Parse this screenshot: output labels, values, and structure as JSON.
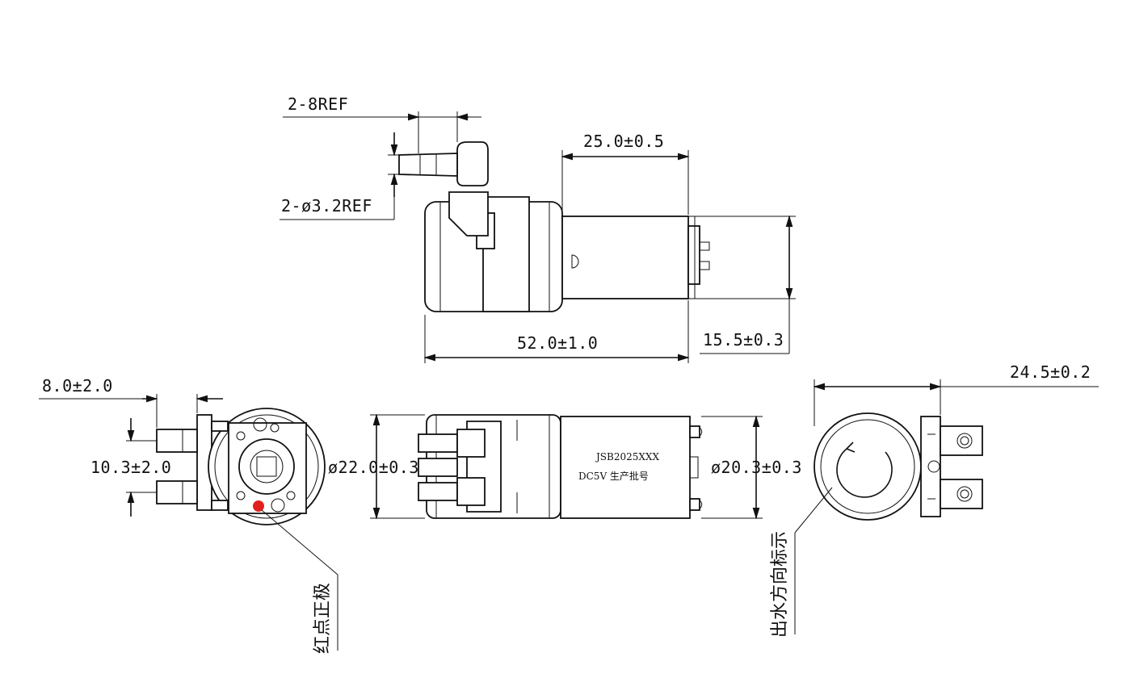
{
  "dimensions": {
    "hose_length": "2-8REF",
    "hose_diameter": "2-ø3.2REF",
    "motor_length": "25.0±0.5",
    "total_length": "52.0±1.0",
    "motor_height": "15.5±0.3",
    "nozzle_offset": "8.0±2.0",
    "nozzle_spacing": "10.3±2.0",
    "pump_diameter": "ø22.0±0.3",
    "motor_diameter": "ø20.3±0.3",
    "motor_width": "24.5±0.2"
  },
  "labels": {
    "model": "JSB2025XXX",
    "voltage_batch": "DC5V  生产批号",
    "red_dot_note": "红点正极",
    "flow_direction_note": "出水方向标示"
  },
  "marks": {
    "red_dot_color": "#e0201e"
  }
}
